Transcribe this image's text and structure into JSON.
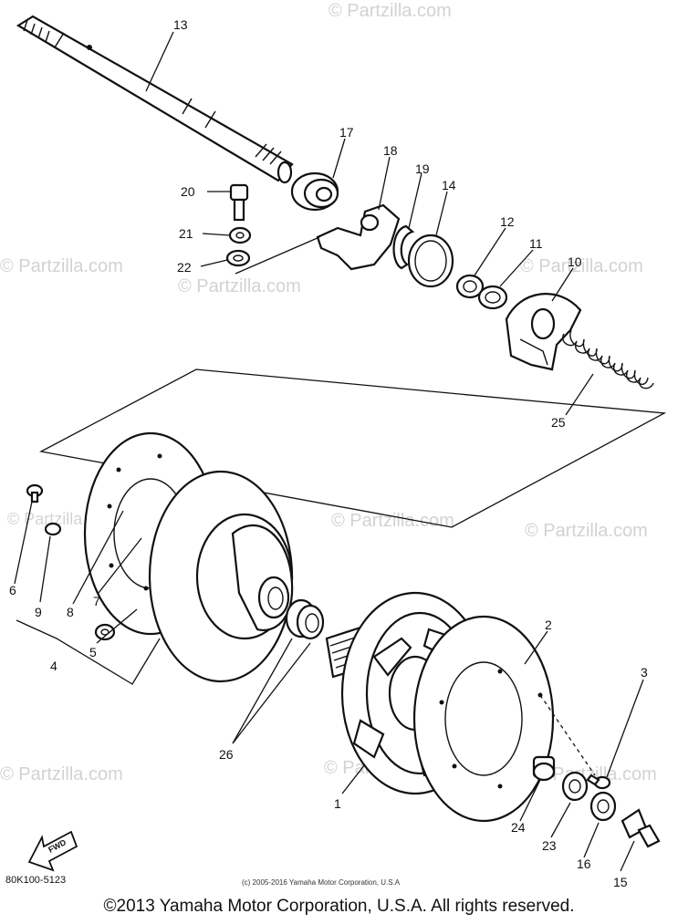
{
  "watermark": {
    "text": "© Partzilla.com"
  },
  "labels": {
    "p1": "1",
    "p2": "2",
    "p3": "3",
    "p4": "4",
    "p5": "5",
    "p6": "6",
    "p7": "7",
    "p8": "8",
    "p9": "9",
    "p10": "10",
    "p11": "11",
    "p12": "12",
    "p13": "13",
    "p14": "14",
    "p15": "15",
    "p16": "16",
    "p17": "17",
    "p18": "18",
    "p19": "19",
    "p20": "20",
    "p21": "21",
    "p22": "22",
    "p23": "23",
    "p24": "24",
    "p25": "25",
    "p26": "26"
  },
  "fwd_label": "FWD",
  "diagram_code": "80K100-5123",
  "small_copyright": "(c) 2005-2016 Yamaha Motor Corporation, U.S.A",
  "copyright": "©2013 Yamaha Motor Corporation, U.S.A. All rights reserved."
}
